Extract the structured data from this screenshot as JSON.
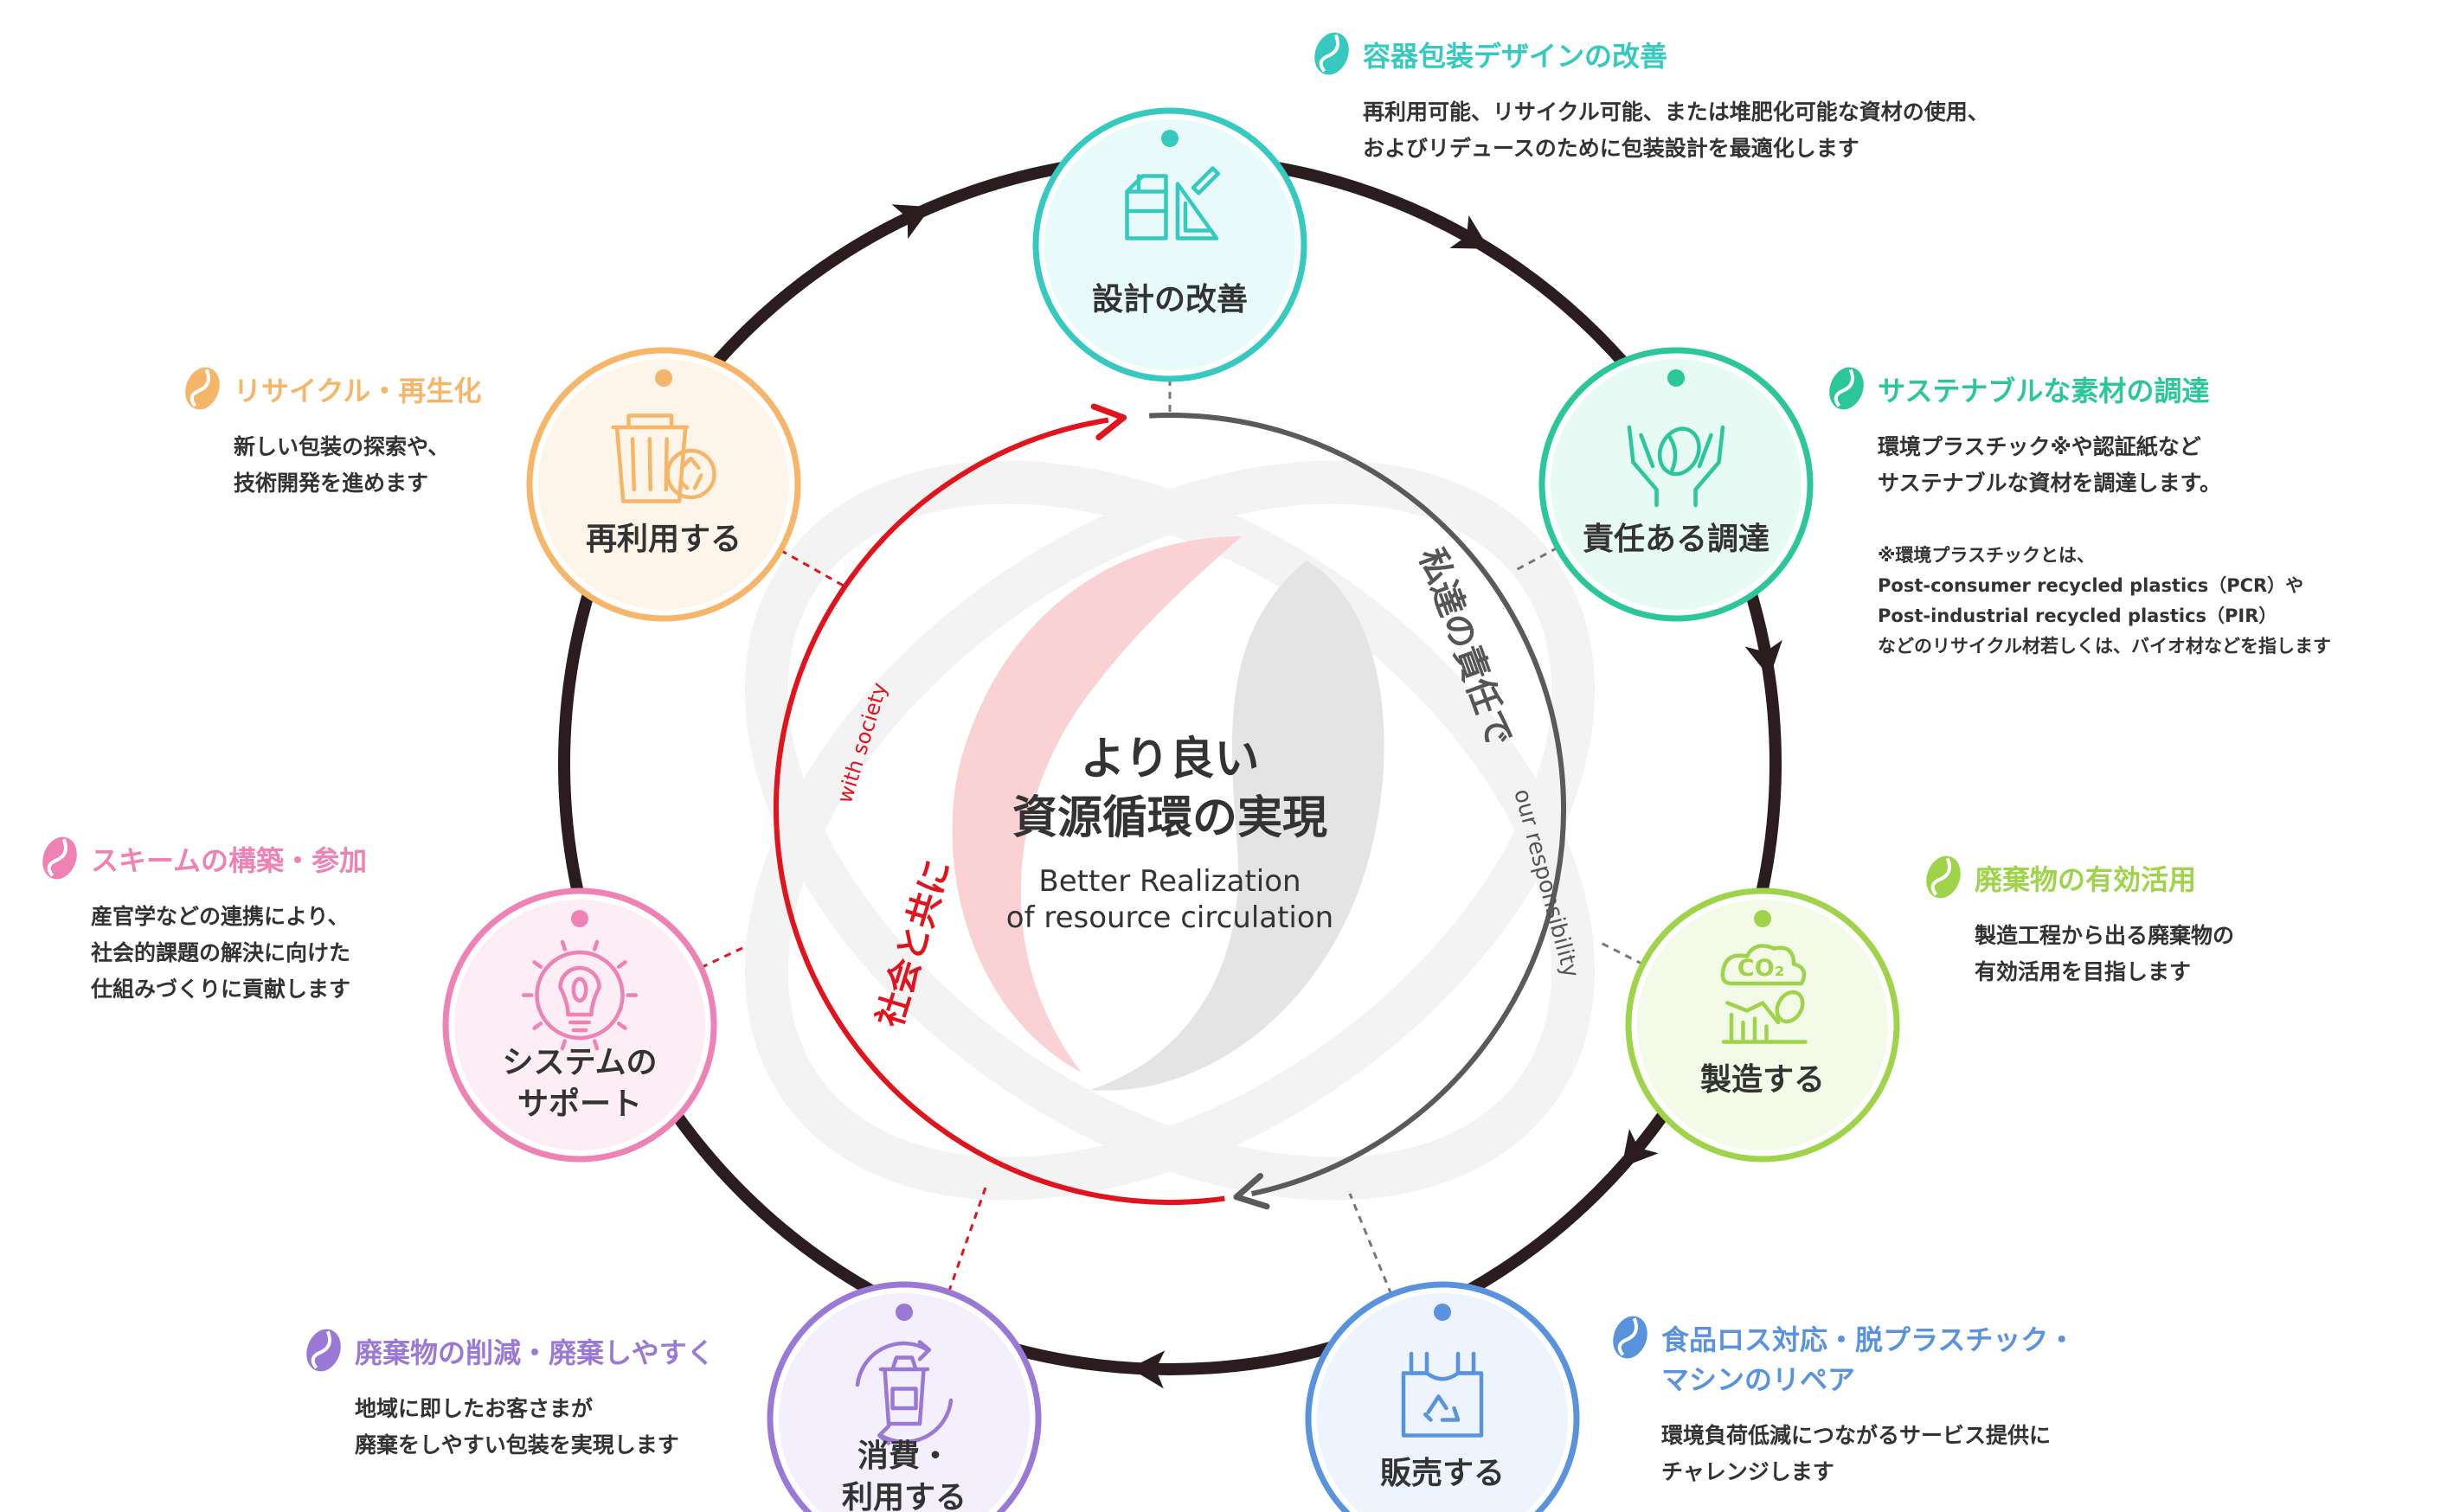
{
  "center": {
    "title_line1": "より良い",
    "title_line2": "資源循環の実現",
    "subtitle_line1": "Better Realization",
    "subtitle_line2": "of resource circulation"
  },
  "arcs": {
    "left_label": "社会と共に",
    "left_sub": "with society",
    "right_label": "私達の責任で",
    "right_sub": "our responsibility"
  },
  "stages": [
    {
      "id": "design",
      "label_lines": [
        "設計の改善"
      ],
      "color": "#35c9c0",
      "fill": "#e8fbfa",
      "icon": "packaging-ruler-icon"
    },
    {
      "id": "procure",
      "label_lines": [
        "責任ある調達"
      ],
      "color": "#2bc79a",
      "fill": "#e8faf4",
      "icon": "hands-seed-icon"
    },
    {
      "id": "manufacture",
      "label_lines": [
        "製造する"
      ],
      "color": "#9ed34a",
      "fill": "#f3fbe8",
      "icon": "co2-factory-icon"
    },
    {
      "id": "sell",
      "label_lines": [
        "販売する"
      ],
      "color": "#5a93dd",
      "fill": "#edf4fd",
      "icon": "recycle-bag-icon"
    },
    {
      "id": "consume",
      "label_lines": [
        "消費・",
        "利用する"
      ],
      "color": "#9a79d6",
      "fill": "#f4effc",
      "icon": "cup-cycle-icon"
    },
    {
      "id": "system",
      "label_lines": [
        "システムの",
        "サポート"
      ],
      "color": "#ee82b4",
      "fill": "#fdeef5",
      "icon": "bulb-gear-icon"
    },
    {
      "id": "reuse",
      "label_lines": [
        "再利用する"
      ],
      "color": "#f5b66a",
      "fill": "#fef5ea",
      "icon": "trash-recycle-icon"
    }
  ],
  "annotations": [
    {
      "id": "design",
      "title": "容器包装デザインの改善",
      "color": "#35c9c0",
      "lines": [
        "再利用可能、リサイクル可能、または堆肥化可能な資材の使用、",
        "およびリデュースのために包装設計を最適化します"
      ]
    },
    {
      "id": "procure",
      "title": "サステナブルな素材の調達",
      "color": "#2bc79a",
      "lines": [
        "環境プラスチック※や認証紙など",
        "サステナブルな資材を調達します。"
      ],
      "note_lines": [
        "※環境プラスチックとは、",
        "Post-consumer recycled plastics（PCR）や",
        "Post-industrial recycled plastics（PIR）",
        "などのリサイクル材若しくは、バイオ材などを指します"
      ]
    },
    {
      "id": "manufacture",
      "title": "廃棄物の有効活用",
      "color": "#9ed34a",
      "lines": [
        "製造工程から出る廃棄物の",
        "有効活用を目指します"
      ]
    },
    {
      "id": "sell",
      "title": "食品ロス対応・脱プラスチック・",
      "title2": "マシンのリペア",
      "color": "#5a93dd",
      "lines": [
        "環境負荷低減につながるサービス提供に",
        "チャレンジします"
      ]
    },
    {
      "id": "consume",
      "title": "廃棄物の削減・廃棄しやすく",
      "color": "#9a79d6",
      "lines": [
        "地域に即したお客さまが",
        "廃棄をしやすい包装を実現します"
      ]
    },
    {
      "id": "system",
      "title": "スキームの構築・参加",
      "color": "#ee82b4",
      "lines": [
        "産官学などの連携により、",
        "社会的課題の解決に向けた",
        "仕組みづくりに貢献します"
      ]
    },
    {
      "id": "reuse",
      "title": "リサイクル・再生化",
      "color": "#f5b66a",
      "lines": [
        "新しい包装の探索や、",
        "技術開発を進めます"
      ]
    }
  ],
  "colors": {
    "ring": "#2b1d1f",
    "red": "#e1141e",
    "gray": "#5a5a5a",
    "blob_pink": "#fbd2d3",
    "blob_gray": "#e4e4e4",
    "text": "#333333"
  }
}
